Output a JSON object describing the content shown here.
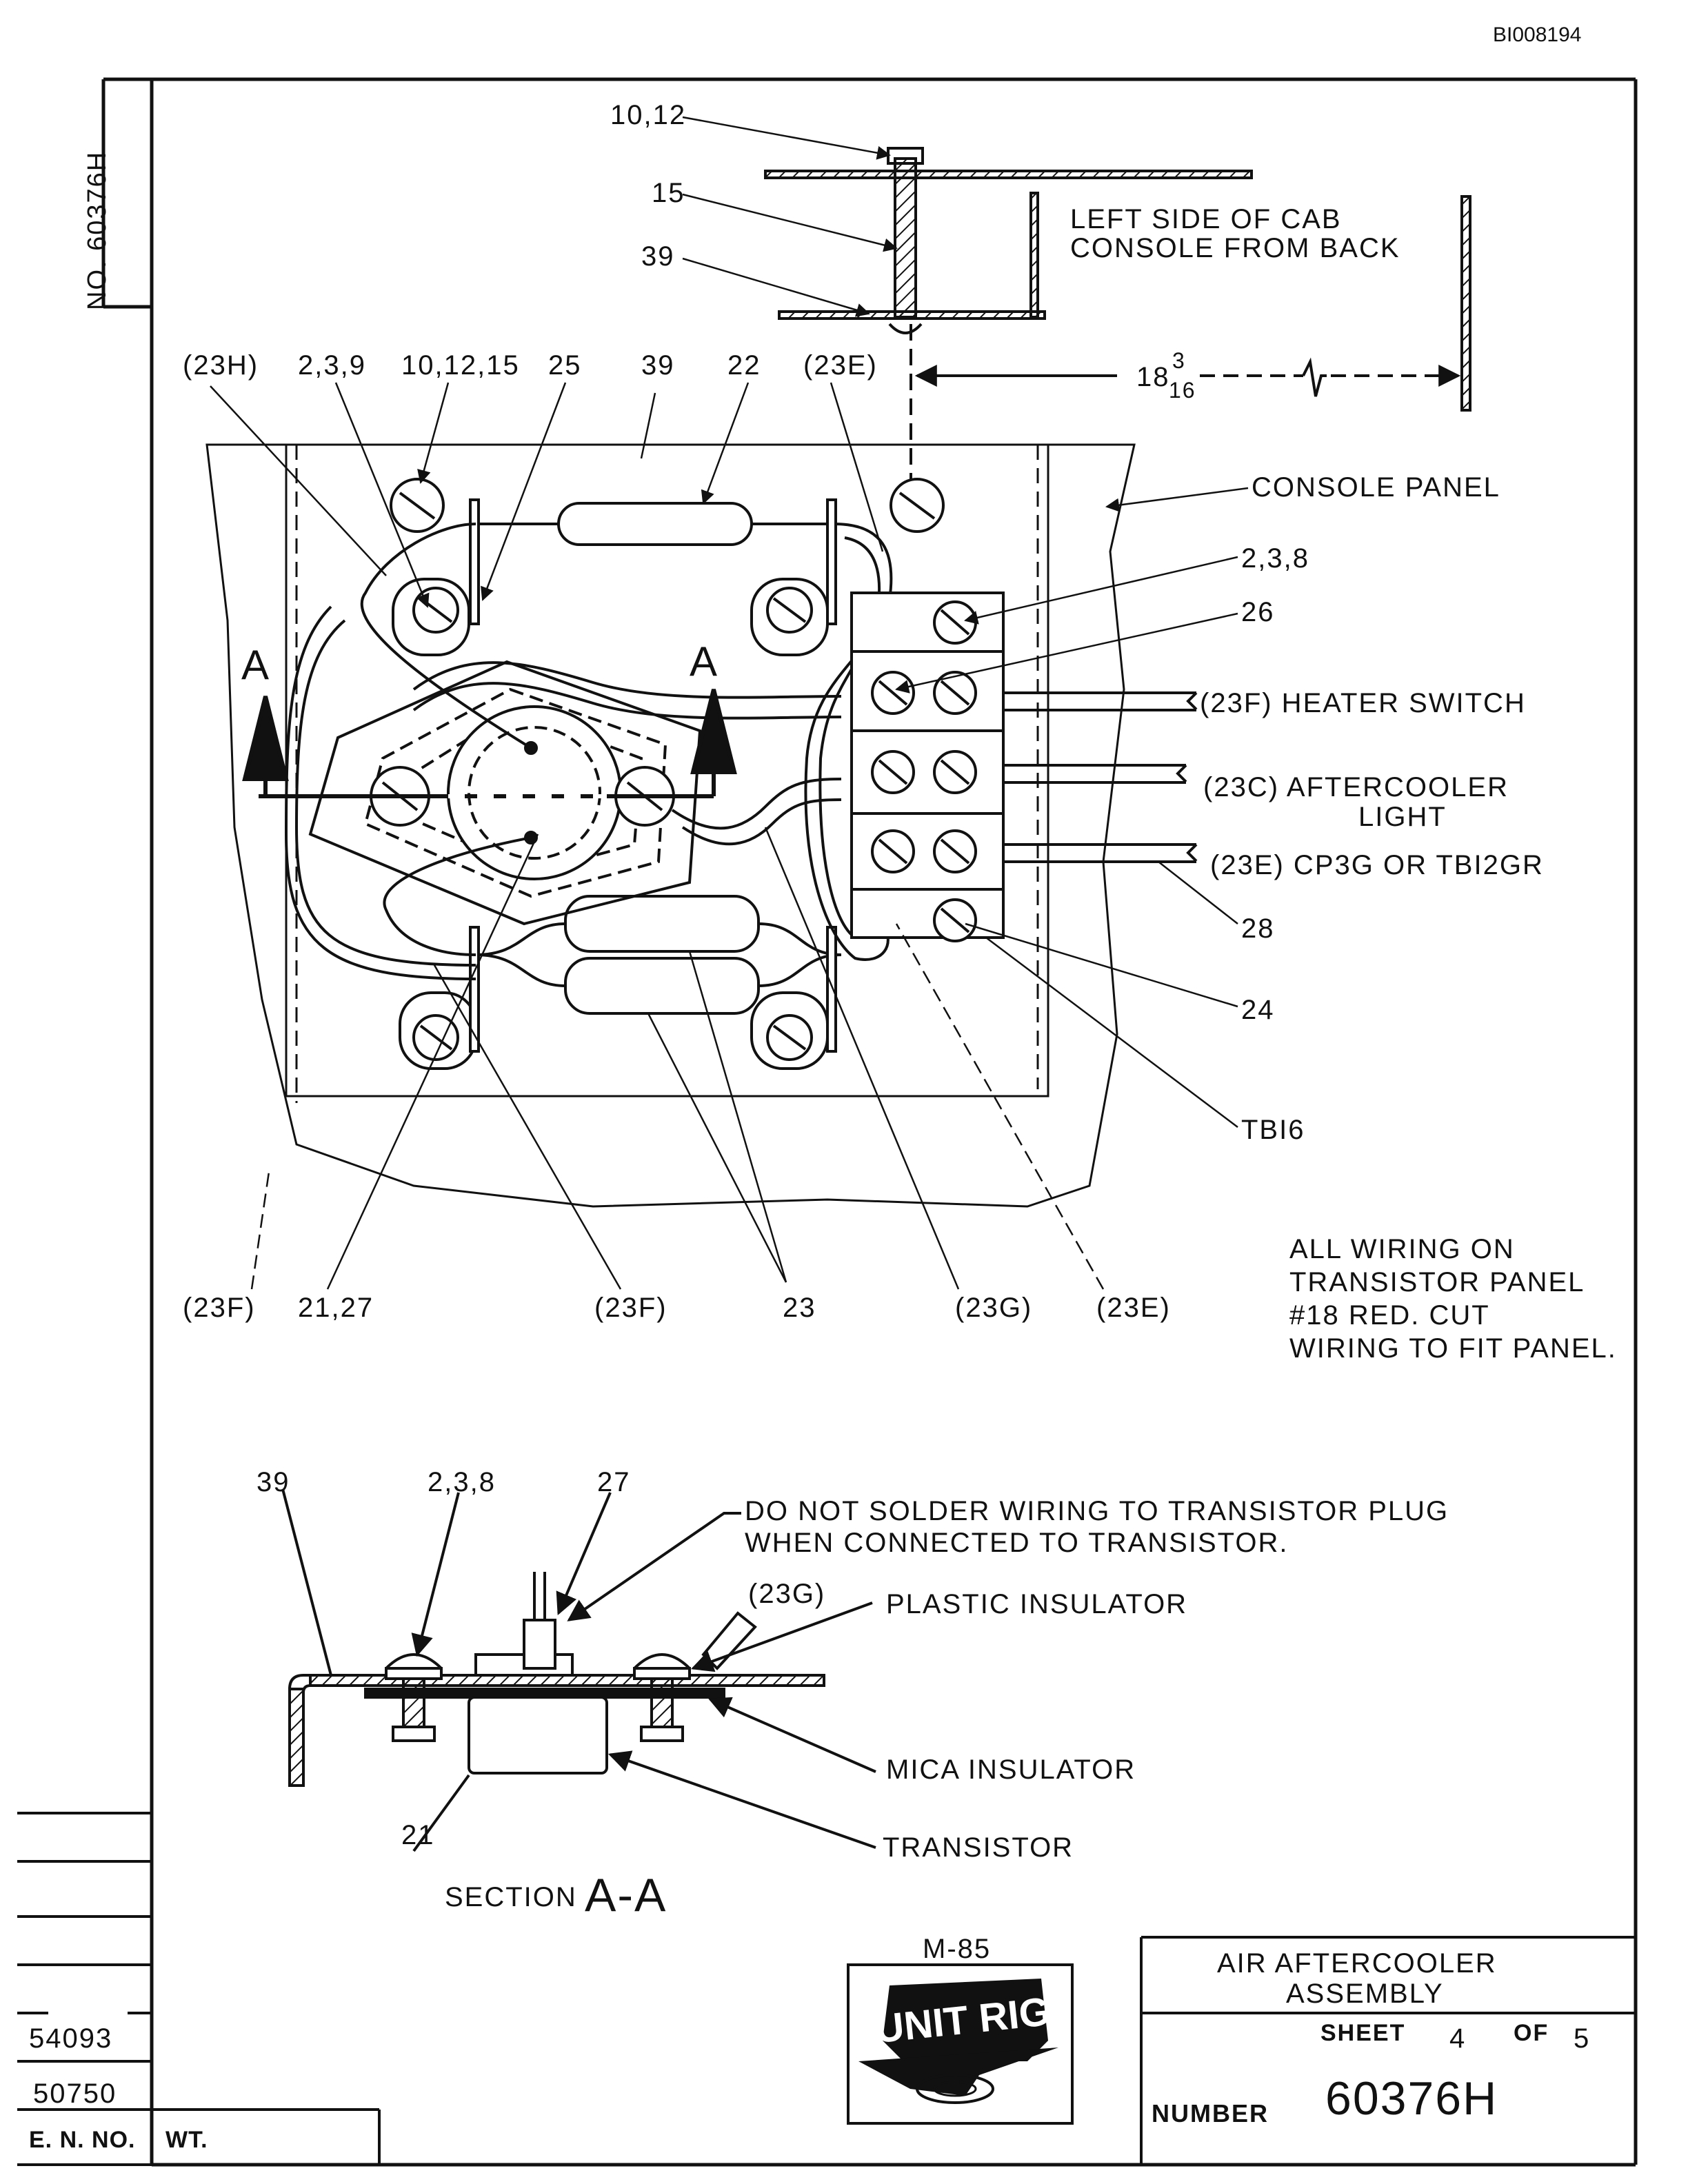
{
  "doc_id": "BI008194",
  "drawing_no_side": "NO. 60376H",
  "top_view": {
    "callouts": {
      "c_10_12": "10,12",
      "c_15": "15",
      "c_39": "39",
      "c_23h": "(23H)",
      "c_239": "2,3,9",
      "c_101215": "10,12,15",
      "c_25": "25",
      "c_39b": "39",
      "c_22": "22",
      "c_23e_top": "(23E)",
      "c_238": "2,3,8",
      "c_26": "26",
      "c_28": "28",
      "c_24": "24",
      "c_tb16": "TBI6",
      "c_23f_l": "(23F)",
      "c_2127": "21,27",
      "c_23f_m": "(23F)",
      "c_23": "23",
      "c_23g": "(23G)",
      "c_23e_b": "(23E)",
      "section_a_left": "A",
      "section_a_right": "A"
    },
    "left_side_note_1": "LEFT  SIDE  OF   CAB",
    "left_side_note_2": "CONSOLE  FROM  BACK",
    "dim_whole": "18",
    "dim_num": "3",
    "dim_den": "16",
    "console_panel": "CONSOLE   PANEL",
    "heater_switch": "(23F) HEATER  SWITCH",
    "aftercooler_1": "(23C) AFTERCOOLER",
    "aftercooler_2": "LIGHT",
    "cp3g": "(23E)  CP3G  OR  TBI2GR",
    "wiring_note": [
      "ALL  WIRING   ON",
      "TRANSISTOR  PANEL",
      "#18  RED.  CUT",
      "WIRING   TO  FIT  PANEL."
    ]
  },
  "section_view": {
    "c_39": "39",
    "c_238": "2,3,8",
    "c_27": "27",
    "c_23g": "(23G)",
    "c_21": "21",
    "do_not_solder_1": "DO  NOT   SOLDER   WIRING   TO   TRANSISTOR   PLUG",
    "do_not_solder_2": "WHEN   CONNECTED   TO   TRANSISTOR.",
    "plastic_insulator": "PLASTIC   INSULATOR",
    "mica_insulator": "MICA   INSULATOR",
    "transistor": "TRANSISTOR",
    "section_word": "SECTION",
    "section_letters": "A-A"
  },
  "title_block": {
    "model": "M-85",
    "logo_text": "UNIT RIG",
    "title_1": "AIR   AFTERCOOLER",
    "title_2": "ASSEMBLY",
    "sheet_label": "SHEET",
    "sheet_no": "4",
    "of_label": "OF",
    "sheet_total": "5",
    "number_label": "NUMBER",
    "number": "60376H"
  },
  "left_block": {
    "en1": "54093",
    "en2": "50750",
    "en_label": "E. N. NO.",
    "wt_label": "WT."
  }
}
